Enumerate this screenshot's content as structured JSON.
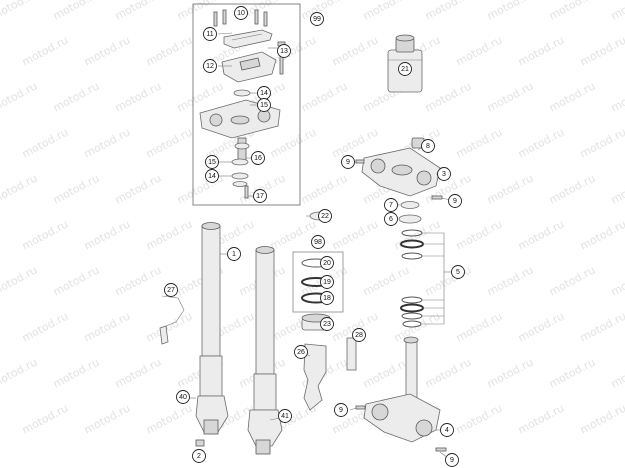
{
  "watermark": {
    "text": "motod.ru",
    "color": "#e0e0e0"
  },
  "colors": {
    "line": "#6a6a6a",
    "part_fill": "#ececec",
    "callout_stroke": "#222222",
    "background": "#ffffff"
  },
  "callouts": [
    {
      "id": "c10",
      "label": "10"
    },
    {
      "id": "c99",
      "label": "99"
    },
    {
      "id": "c11",
      "label": "11"
    },
    {
      "id": "c13",
      "label": "13"
    },
    {
      "id": "c12",
      "label": "12"
    },
    {
      "id": "c14a",
      "label": "14"
    },
    {
      "id": "c15a",
      "label": "15"
    },
    {
      "id": "c15b",
      "label": "15"
    },
    {
      "id": "c16",
      "label": "16"
    },
    {
      "id": "c14b",
      "label": "14"
    },
    {
      "id": "c17",
      "label": "17"
    },
    {
      "id": "c21",
      "label": "21"
    },
    {
      "id": "c8",
      "label": "8"
    },
    {
      "id": "c9a",
      "label": "9"
    },
    {
      "id": "c3",
      "label": "3"
    },
    {
      "id": "c9b",
      "label": "9"
    },
    {
      "id": "c7",
      "label": "7"
    },
    {
      "id": "c6",
      "label": "6"
    },
    {
      "id": "c22",
      "label": "22"
    },
    {
      "id": "c98",
      "label": "98"
    },
    {
      "id": "c1",
      "label": "1"
    },
    {
      "id": "c20",
      "label": "20"
    },
    {
      "id": "c19",
      "label": "19"
    },
    {
      "id": "c18",
      "label": "18"
    },
    {
      "id": "c5",
      "label": "5"
    },
    {
      "id": "c27",
      "label": "27"
    },
    {
      "id": "c23",
      "label": "23"
    },
    {
      "id": "c28",
      "label": "28"
    },
    {
      "id": "c26",
      "label": "26"
    },
    {
      "id": "c40",
      "label": "40"
    },
    {
      "id": "c41",
      "label": "41"
    },
    {
      "id": "c9c",
      "label": "9"
    },
    {
      "id": "c4",
      "label": "4"
    },
    {
      "id": "c2",
      "label": "2"
    },
    {
      "id": "c9d",
      "label": "9"
    }
  ]
}
